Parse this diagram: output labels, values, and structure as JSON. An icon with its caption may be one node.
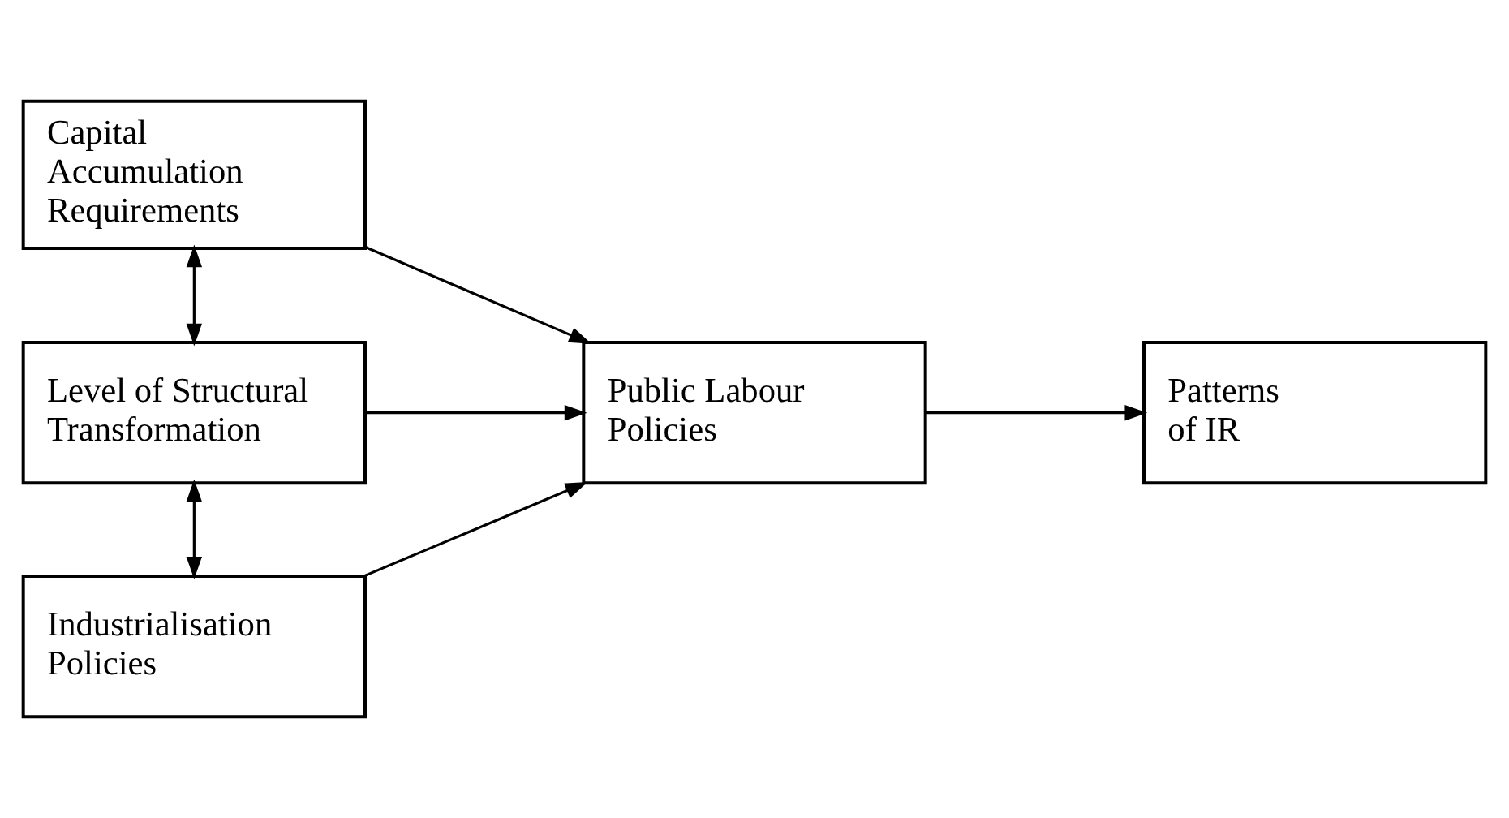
{
  "diagram": {
    "nodes": [
      {
        "text": [
          "Capital Accumulation Requirements"
        ]
      },
      {
        "text": [
          "Level of Structural Transformation"
        ]
      },
      {
        "text": [
          "Industrialisation Policies"
        ]
      },
      {
        "text": [
          "Public Labour Policies"
        ]
      },
      {
        "text": [
          "Patterns of IR"
        ]
      }
    ],
    "edges": [
      {
        "from": 0,
        "to": 1,
        "arrow": "both"
      },
      {
        "from": 1,
        "to": 2,
        "arrow": "both"
      },
      {
        "from": 0,
        "to": 3,
        "arrow": "to"
      },
      {
        "from": 1,
        "to": 3,
        "arrow": "to"
      },
      {
        "from": 2,
        "to": 3,
        "arrow": "to"
      },
      {
        "from": 3,
        "to": 4,
        "arrow": "to"
      }
    ]
  }
}
